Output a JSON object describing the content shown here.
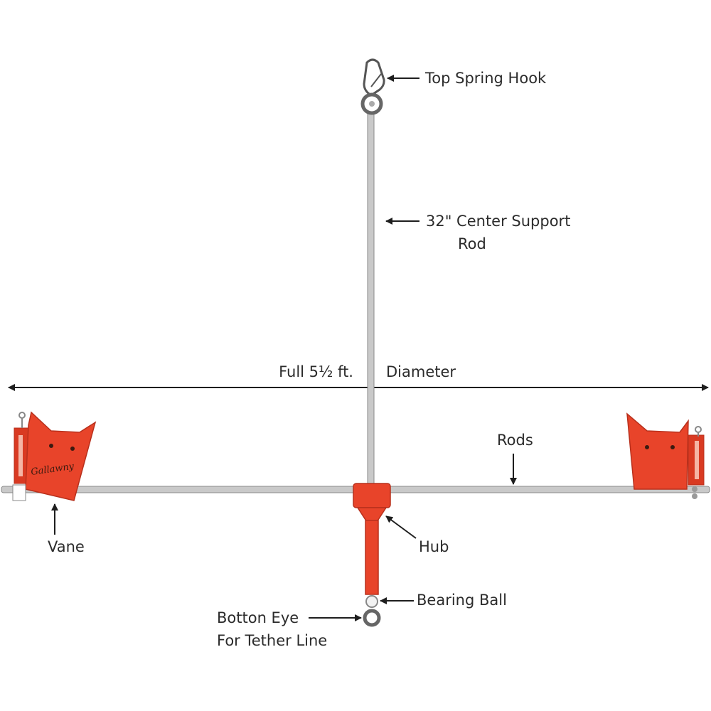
{
  "labels": {
    "top_spring_hook": "Top Spring Hook",
    "center_rod_line1": "32\" Center Support",
    "center_rod_line2": "Rod",
    "diameter_left": "Full 5½ ft.",
    "diameter_right": "Diameter",
    "rods": "Rods",
    "vane": "Vane",
    "hub": "Hub",
    "bearing_ball": "Bearing Ball",
    "bottom_eye_line1": "Botton Eye",
    "bottom_eye_line2": "For Tether Line"
  },
  "vane_brand": "Gallawny",
  "colors": {
    "vane": "#e8442a",
    "vane_dark": "#b8301c",
    "rod": "#c9c9c9",
    "rod_edge": "#8a8a8a",
    "text": "#2b2b2b"
  },
  "icons": [
    "spring-hook-icon",
    "bearing-ball-icon",
    "eye-ring-icon",
    "arrow-icon"
  ]
}
